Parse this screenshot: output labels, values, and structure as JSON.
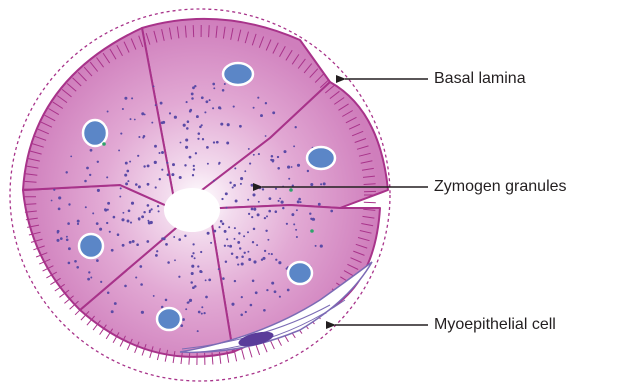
{
  "labels": {
    "basal_lamina": "Basal lamina",
    "zymogen_granules": "Zymogen granules",
    "myoepithelial_cell": "Myoepithelial cell"
  },
  "colors": {
    "cell_fill": "#d98fc5",
    "cell_stroke": "#a8338a",
    "lumen": "#ffffff",
    "nucleus_fill": "#5b86c7",
    "nucleus_ring": "#ffffff",
    "granule": "#5a4aa6",
    "myoepithelial": "#7b6bb5",
    "myo_nucleus": "#5a3c9a",
    "arrow": "#231f20"
  },
  "cell_count": 6
}
